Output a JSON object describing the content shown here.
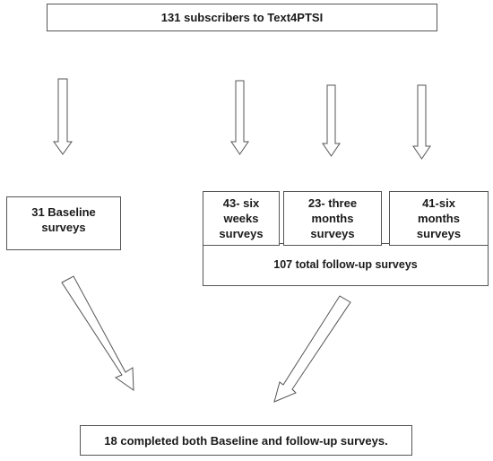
{
  "boxes": {
    "subscribers": "131 subscribers to Text4PTSI",
    "baseline": "31 Baseline surveys",
    "six_weeks": "43- six weeks surveys",
    "three_months": "23- three months surveys",
    "six_months": "41-six months surveys",
    "total_followup": "107 total follow-up surveys",
    "completed_both": "18 completed both Baseline and follow-up surveys."
  },
  "colors": {
    "border": "#555555",
    "arrow_stroke": "#555555",
    "text": "#1a1a1a"
  }
}
